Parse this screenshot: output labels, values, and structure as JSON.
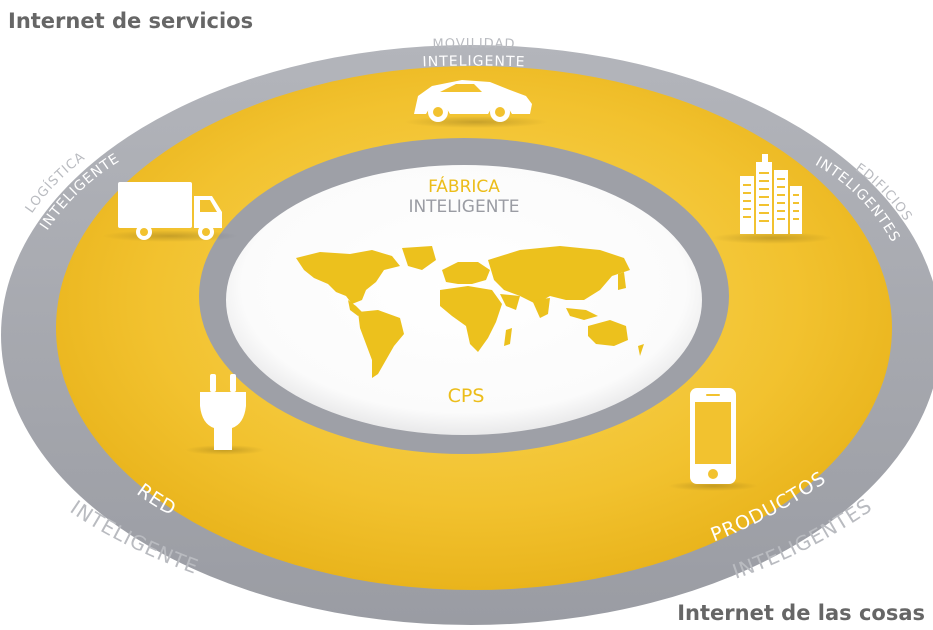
{
  "titles": {
    "top": "Internet de servicios",
    "bottom": "Internet de las cosas"
  },
  "center": {
    "label_line1": "FÁBRICA",
    "label_line2": "INTELIGENTE",
    "cps": "CPS"
  },
  "segments": {
    "movilidad": {
      "outer": "MOVILIDAD",
      "inner": "INTELIGENTE",
      "icon": "car-icon"
    },
    "logistica": {
      "outer": "LOGÍSTICA",
      "inner": "INTELIGENTE",
      "icon": "truck-icon"
    },
    "edificios": {
      "outer": "EDIFICIOS",
      "inner": "INTELIGENTES",
      "icon": "buildings-icon"
    },
    "red": {
      "outer": "INTELIGENTE",
      "inner": "RED",
      "icon": "plug-icon"
    },
    "productos": {
      "outer": "INTELIGENTES",
      "inner": "PRODUCTOS",
      "icon": "smartphone-icon"
    }
  },
  "colors": {
    "ring_outer": "#a4a6ad",
    "ring_yellow": "#f2c02c",
    "ring_inner": "#9ea0a7",
    "center": "#ffffff",
    "map": "#ecc11d",
    "label_white": "#ffffff",
    "label_gray": "#b9bbc0",
    "center_text": "#ffffff",
    "title": "#666666"
  }
}
